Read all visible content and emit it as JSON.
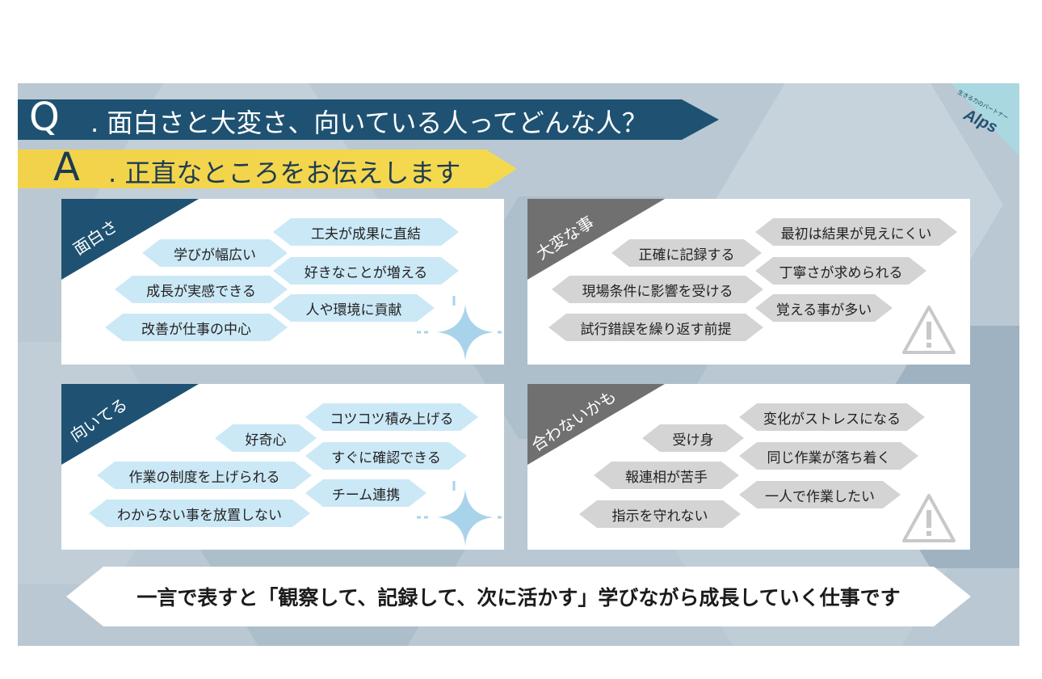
{
  "question": {
    "letter": "Q",
    "text": ". 面白さと大変さ、向いている人ってどんな人？"
  },
  "answer": {
    "letter": "A",
    "text": ". 正直なところをお伝えします"
  },
  "logo": {
    "tagline": "生きる力のパートナー",
    "brand": "Alps"
  },
  "cards": {
    "fun": {
      "label": "面白さ",
      "items": [
        "工夫が成果に直結",
        "学びが幅広い",
        "好きなことが増える",
        "成長が実感できる",
        "人や環境に貢献",
        "改善が仕事の中心"
      ]
    },
    "hard": {
      "label": "大変な事",
      "items": [
        "最初は結果が見えにくい",
        "正確に記録する",
        "丁寧さが求められる",
        "現場条件に影響を受ける",
        "覚える事が多い",
        "試行錯誤を繰り返す前提"
      ]
    },
    "suited": {
      "label": "向いてる",
      "items": [
        "コツコツ積み上げる",
        "好奇心",
        "すぐに確認できる",
        "作業の制度を上げられる",
        "チーム連携",
        "わからない事を放置しない"
      ]
    },
    "unsuited": {
      "label": "合わないかも",
      "items": [
        "変化がストレスになる",
        "受け身",
        "同じ作業が落ち着く",
        "報連相が苦手",
        "一人で作業したい",
        "指示を守れない"
      ]
    }
  },
  "summary": "一言で表すと「観察して、記録して、次に活かす」学びながら成長していく仕事です",
  "colors": {
    "navy": "#1f5272",
    "yellow": "#f2d24a",
    "pill_blue": "#cbe8f6",
    "pill_gray": "#d4d4d4",
    "corner_gray": "#707070"
  }
}
